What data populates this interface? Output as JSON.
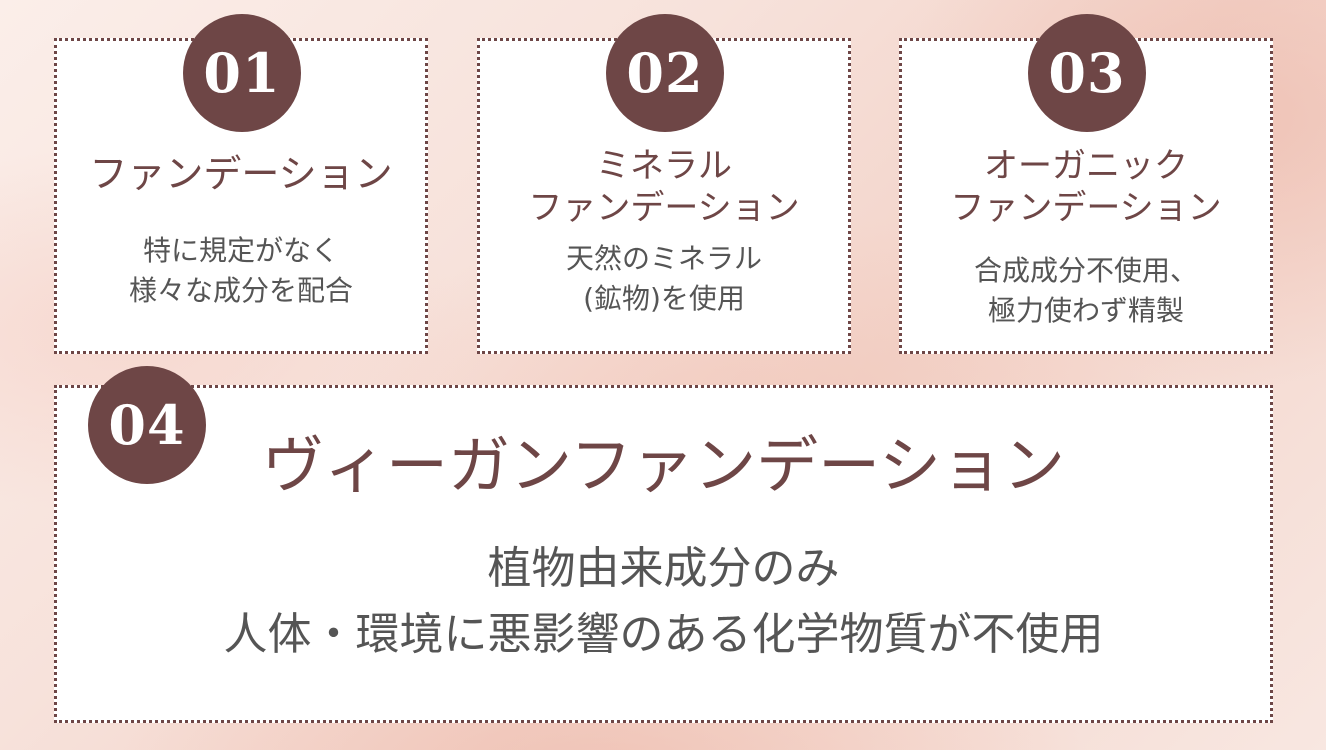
{
  "colors": {
    "accent": "#6e4646",
    "text": "#555555",
    "card_bg": "#ffffff"
  },
  "cards": [
    {
      "number": "01",
      "title": [
        "ファンデーション"
      ],
      "desc": [
        "特に規定がなく",
        "様々な成分を配合"
      ]
    },
    {
      "number": "02",
      "title": [
        "ミネラル",
        "ファンデーション"
      ],
      "desc": [
        "天然のミネラル",
        "(鉱物)を使用"
      ]
    },
    {
      "number": "03",
      "title": [
        "オーガニック",
        "ファンデーション"
      ],
      "desc": [
        "合成成分不使用、",
        "極力使わず精製"
      ]
    },
    {
      "number": "04",
      "title": [
        "ヴィーガンファンデーション"
      ],
      "desc": [
        "植物由来成分のみ",
        "人体・環境に悪影響のある化学物質が不使用"
      ]
    }
  ]
}
